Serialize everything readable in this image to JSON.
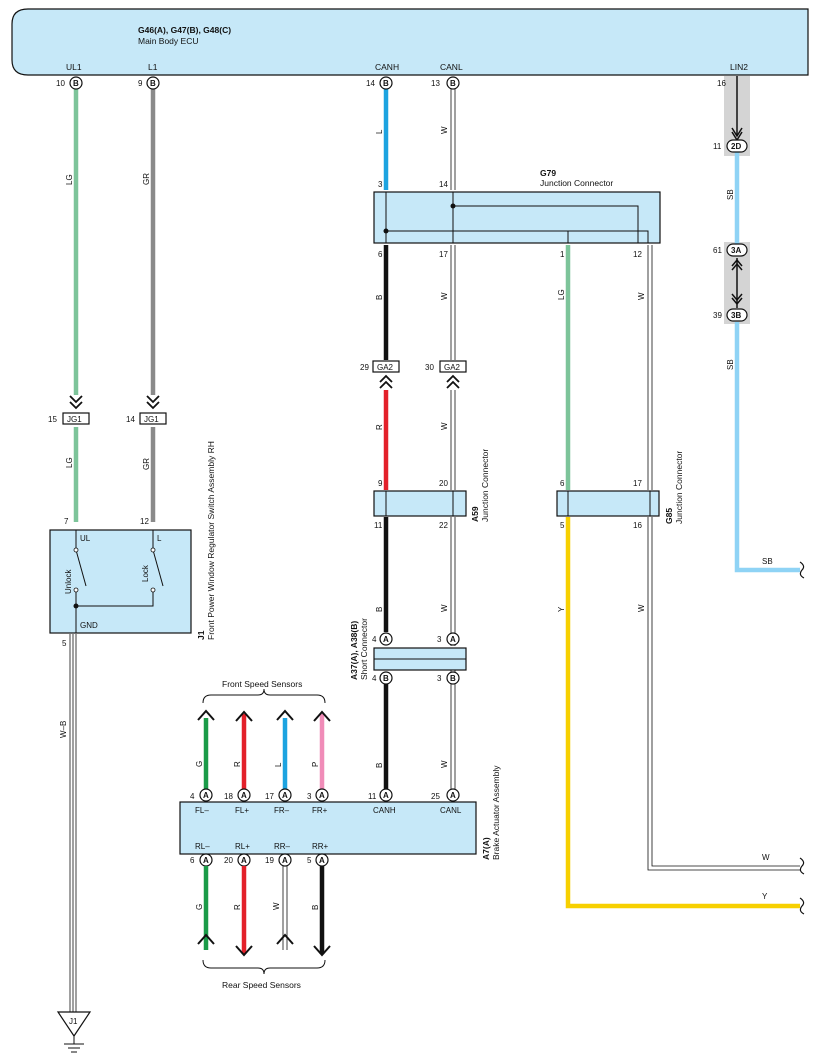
{
  "ecu": {
    "title": "G46(A), G47(B), G48(C)",
    "subtitle": "Main Body ECU",
    "pins": [
      {
        "label": "UL1",
        "num": "10",
        "conn": "B"
      },
      {
        "label": "L1",
        "num": "9",
        "conn": "B"
      },
      {
        "label": "CANH",
        "num": "14",
        "conn": "B"
      },
      {
        "label": "CANL",
        "num": "13",
        "conn": "B"
      },
      {
        "label": "LIN2",
        "num": "16",
        "conn": ""
      }
    ]
  },
  "wires": {
    "lg": "LG",
    "gr": "GR",
    "l": "L",
    "w": "W",
    "b": "B",
    "r": "R",
    "y": "Y",
    "sb": "SB",
    "g": "G",
    "p": "P",
    "wb": "W–B"
  },
  "colors": {
    "lg": "#7dc49a",
    "gr": "#8a8a8a",
    "l": "#1ca3e0",
    "b": "#111111",
    "r": "#e3202a",
    "y": "#f7d000",
    "sb": "#8fd3f5",
    "g": "#1a9b48",
    "p": "#f08cb8",
    "box": "#c6e8f8",
    "gray": "#d4d4d4"
  },
  "lin_conn": [
    {
      "num": "11",
      "conn": "2D"
    },
    {
      "num": "61",
      "conn": "3A"
    },
    {
      "num": "39",
      "conn": "3B"
    }
  ],
  "g79": {
    "id": "G79",
    "name": "Junction Connector",
    "pins": [
      "3",
      "14",
      "6",
      "17",
      "1",
      "12"
    ]
  },
  "ga2": {
    "left": {
      "num": "29",
      "conn": "GA2"
    },
    "right": {
      "num": "30",
      "conn": "GA2"
    }
  },
  "jg1": {
    "left": {
      "num": "15",
      "conn": "JG1"
    },
    "right": {
      "num": "14",
      "conn": "JG1"
    }
  },
  "a59": {
    "id": "A59",
    "name": "Junction Connector",
    "pins": [
      "9",
      "20",
      "11",
      "22"
    ]
  },
  "g85": {
    "id": "G85",
    "name": "Junction Connector",
    "pins": [
      "6",
      "17",
      "5",
      "16"
    ]
  },
  "j1": {
    "id": "J1",
    "name": "Front Power Window Regulator Switch Assembly RH",
    "pin_ul": "7",
    "pin_l": "12",
    "ul": "UL",
    "l": "L",
    "unlock": "Unlock",
    "lock": "Lock",
    "gnd": "GND",
    "pin_gnd": "5",
    "ground": "J1"
  },
  "a37": {
    "id": "A37(A), A38(B)",
    "name": "Short Connector",
    "top": [
      {
        "num": "4",
        "conn": "A"
      },
      {
        "num": "3",
        "conn": "A"
      }
    ],
    "bottom": [
      {
        "num": "4",
        "conn": "B"
      },
      {
        "num": "3",
        "conn": "B"
      }
    ]
  },
  "a7": {
    "id": "A7(A)",
    "name": "Brake Actuator Assembly",
    "top_pins": [
      {
        "num": "4",
        "conn": "A",
        "label": "FL–"
      },
      {
        "num": "18",
        "conn": "A",
        "label": "FL+"
      },
      {
        "num": "17",
        "conn": "A",
        "label": "FR–"
      },
      {
        "num": "3",
        "conn": "A",
        "label": "FR+"
      },
      {
        "num": "11",
        "conn": "A",
        "label": "CANH"
      },
      {
        "num": "25",
        "conn": "A",
        "label": "CANL"
      }
    ],
    "bottom_pins": [
      {
        "num": "6",
        "conn": "A",
        "label": "RL–"
      },
      {
        "num": "20",
        "conn": "A",
        "label": "RL+"
      },
      {
        "num": "19",
        "conn": "A",
        "label": "RR–"
      },
      {
        "num": "5",
        "conn": "A",
        "label": "RR+"
      }
    ]
  },
  "front_sensors": "Front Speed Sensors",
  "rear_sensors": "Rear Speed Sensors"
}
